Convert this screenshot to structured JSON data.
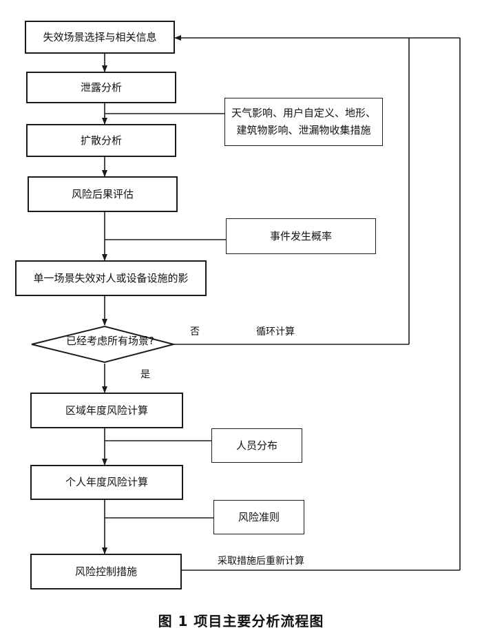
{
  "nodes": {
    "scenario": "失效场景选择与相关信息",
    "leak": "泄露分析",
    "disperse": "扩散分析",
    "consequence": "风险后果评估",
    "impact": "单一场景失效对人或设备设施的影",
    "decision": "已经考虑所有场景?",
    "regional": "区域年度风险计算",
    "individual": "个人年度风险计算",
    "control": "风险控制措施"
  },
  "inputs": {
    "weather_line1": "天气影响、用户自定义、地形、",
    "weather_line2": "建筑物影响、泄漏物收集措施",
    "probability": "事件发生概率",
    "population": "人员分布",
    "criteria": "风险准则"
  },
  "edge_labels": {
    "no": "否",
    "loop": "循环计算",
    "yes": "是",
    "recalc": "采取措施后重新计算"
  },
  "caption": "图 1 项目主要分析流程图"
}
